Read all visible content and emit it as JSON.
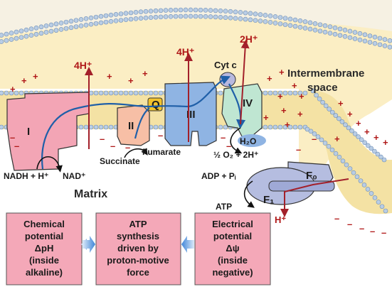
{
  "regions": {
    "intermembrane": [
      "Intermembrane",
      "space"
    ],
    "matrix": "Matrix"
  },
  "complexes": {
    "c1": "I",
    "c2": "II",
    "c3": "III",
    "c4": "IV",
    "q": "Q",
    "cytc": "Cyt c"
  },
  "protons": {
    "h1": "4H⁺",
    "h3": "4H⁺",
    "h4": "2H⁺",
    "hatp": "H⁺"
  },
  "substrates": {
    "nadh": "NADH + H⁺",
    "nad": "NAD⁺",
    "succinate": "Succinate",
    "fumarate": "Fumarate",
    "o2": "½ O₂ + 2H⁺",
    "h2o": "H₂O",
    "adp": "ADP + Pᵢ",
    "atp": "ATP"
  },
  "synthase": {
    "fo": "F₀",
    "f1": "F₁"
  },
  "boxes": {
    "left": [
      "Chemical",
      "potential",
      "ΔpH",
      "(inside",
      "alkaline)"
    ],
    "center": [
      "ATP",
      "synthesis",
      "driven by",
      "proton-motive",
      "force"
    ],
    "right": [
      "Electrical",
      "potential",
      "Δψ",
      "(inside",
      "negative)"
    ]
  },
  "signs": {
    "plus": "+",
    "minus": "–"
  },
  "colors": {
    "intermembrane": "#fbeec4",
    "membrane_core": "#f4e2a4",
    "lipid_head": "#b9cde5",
    "complex_pink": "#f3a5b5",
    "complex_blue": "#8fb4e3",
    "complex_green": "#bfe6d2",
    "complex_salmon": "#f7bfa6",
    "proton_arrow": "#a3202a",
    "electron_path": "#1f5fa8",
    "box_fill": "#f4a8b8",
    "box_arrow": "#4f8fd6"
  }
}
